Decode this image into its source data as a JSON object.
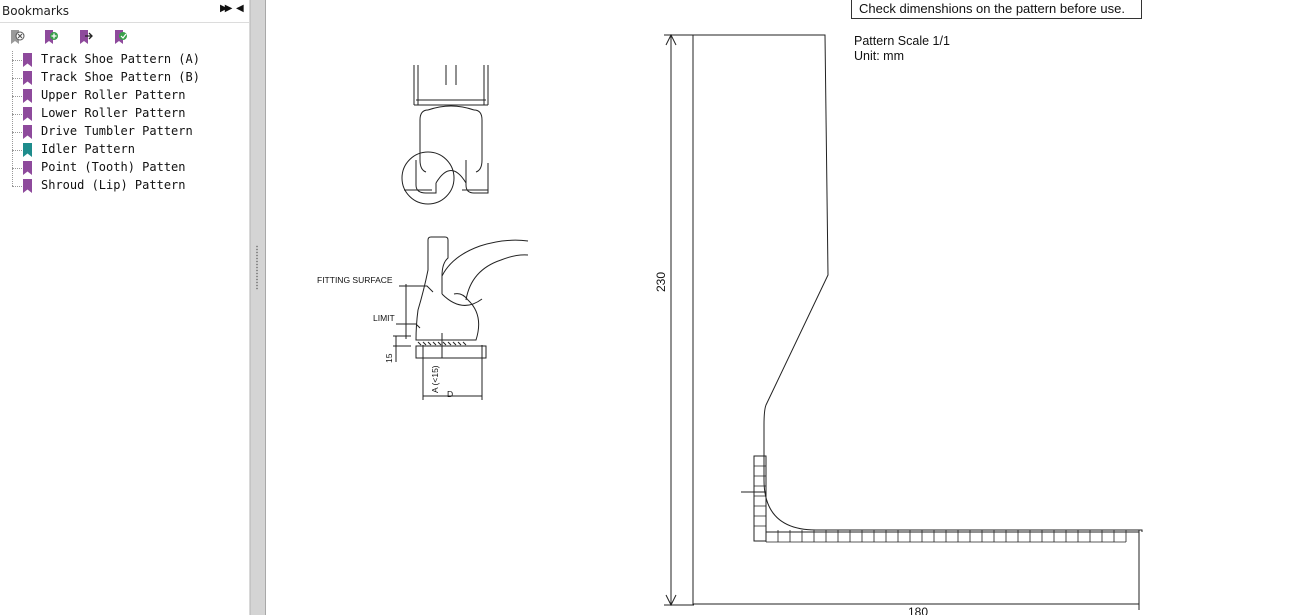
{
  "sidebar": {
    "title": "Bookmarks",
    "expand_icon": "double-chevron-right-icon",
    "collapse_icon": "triangle-left-icon",
    "toolbar": [
      {
        "name": "delete-bookmark-icon"
      },
      {
        "name": "new-bookmark-icon"
      },
      {
        "name": "expand-bookmark-icon"
      },
      {
        "name": "find-bookmark-icon"
      }
    ],
    "items": [
      {
        "label": "Track Shoe Pattern (A)",
        "color": "#8e4a9c"
      },
      {
        "label": "Track Shoe Pattern (B)",
        "color": "#8e4a9c"
      },
      {
        "label": "Upper Roller Pattern",
        "color": "#8e4a9c"
      },
      {
        "label": "Lower Roller Pattern",
        "color": "#8e4a9c"
      },
      {
        "label": "Drive Tumbler Pattern",
        "color": "#8e4a9c"
      },
      {
        "label": "Idler Pattern",
        "color": "#1e8c8c"
      },
      {
        "label": "Point (Tooth) Patten",
        "color": "#8e4a9c"
      },
      {
        "label": "Shroud (Lip) Pattern",
        "color": "#8e4a9c"
      }
    ]
  },
  "document": {
    "note": "Check dimenshions on the pattern before use.",
    "scale": "Pattern Scale 1/1",
    "unit": "Unit: mm",
    "labels": {
      "fitting_surface": "FITTING SURFACE",
      "limit": "LIMIT",
      "dim_15": "15",
      "dim_a": "A (<15)",
      "dim_d": "D",
      "dim_230": "230",
      "dim_180": "180"
    }
  }
}
